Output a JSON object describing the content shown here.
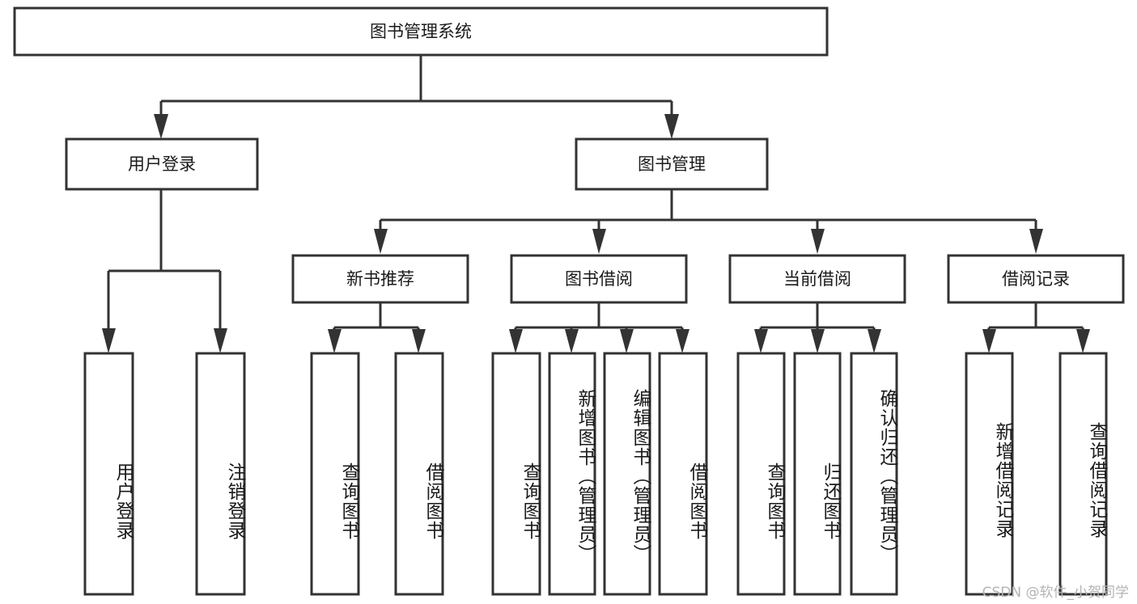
{
  "diagram": {
    "title": "图书管理系统",
    "type": "tree-hierarchy-diagram",
    "watermark": "CSDN @软件_小贺同学",
    "colors": {
      "stroke": "#333333",
      "fill": "#ffffff",
      "text": "#1a1a1a",
      "watermark": "#b4b4b4",
      "background": "#ffffff"
    },
    "nodes": {
      "root": {
        "label": "图书管理系统"
      },
      "level1": [
        {
          "label": "用户登录"
        },
        {
          "label": "图书管理"
        }
      ],
      "level2": [
        {
          "label": "新书推荐"
        },
        {
          "label": "图书借阅"
        },
        {
          "label": "当前借阅"
        },
        {
          "label": "借阅记录"
        }
      ],
      "leaves_user_login": [
        {
          "label": "用户登录"
        },
        {
          "label": "注销登录"
        }
      ],
      "leaves_new_book": [
        {
          "label": "查询图书"
        },
        {
          "label": "借阅图书"
        }
      ],
      "leaves_borrow": [
        {
          "label": "查询图书"
        },
        {
          "label": "新增图书（管理员）"
        },
        {
          "label": "编辑图书（管理员）"
        },
        {
          "label": "借阅图书"
        }
      ],
      "leaves_current": [
        {
          "label": "查询图书"
        },
        {
          "label": "归还图书"
        },
        {
          "label": "确认归还（管理员）"
        }
      ],
      "leaves_records": [
        {
          "label": "新增借阅记录"
        },
        {
          "label": "查询借阅记录"
        }
      ]
    }
  }
}
